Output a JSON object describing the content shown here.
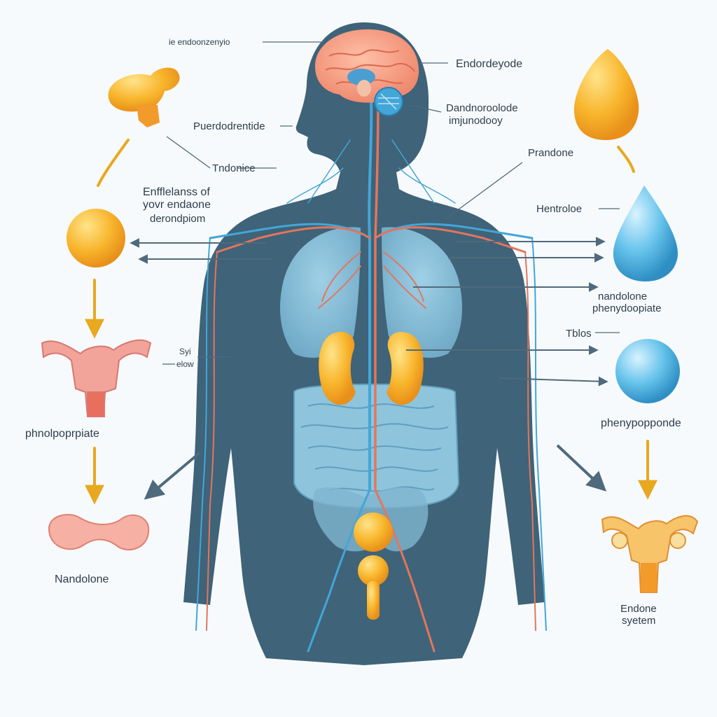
{
  "labels": {
    "brain": "ie endoonzenyio",
    "endordeyode": "Endordeyode",
    "dandnoroode": "Dandnoroolode",
    "imjundoody": "imjunodooy",
    "puerdrentide": "Puerdodrentide",
    "tndonice": "Tndonice",
    "enfflelans_1": "Enfflelanss of",
    "enfflelans_2": "yovr endaone",
    "enfflelans_3": "derondpiom",
    "prandone": "Prandone",
    "hentroloe": "Hentroloe",
    "nandolone_right_1": "nandolone",
    "nandolone_right_2": "phenydoopiate",
    "tblos": "Tblos",
    "syi": "Syi",
    "elow": "elow",
    "phenolpropiate": "phnolpoprpiate",
    "phenypoponde": "phenypopponde",
    "nandolone_left": "Nandolone",
    "endone_system_1": "Endone",
    "endone_system_2": "syetem"
  },
  "colors": {
    "body": "#3f6378",
    "organ_blue": "#8ec4dc",
    "vessel_red": "#e2765e",
    "vessel_blue": "#43a6d8",
    "gland_orange": "#f6a832",
    "hormone_yellow": "#f8c441",
    "drop_blue": "#5dbde6",
    "reproductive_pink": "#f2a49a",
    "arrow_gold": "#e8a820",
    "arrow_gray": "#4f6a7d",
    "text": "#2e3d4d"
  }
}
